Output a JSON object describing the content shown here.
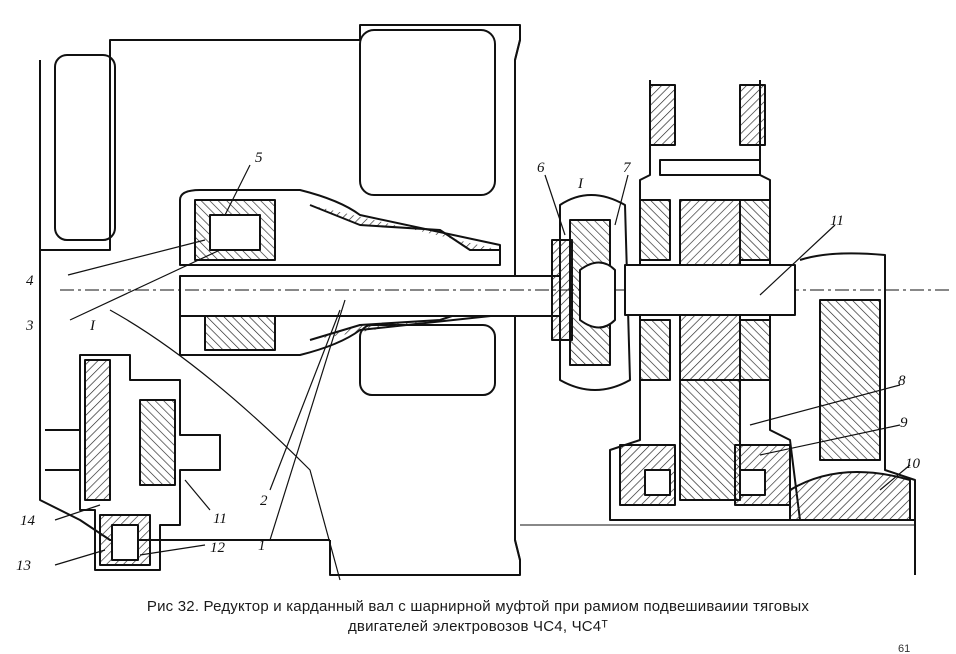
{
  "figure": {
    "caption_line1": "Рис  32. Редуктор и карданный вал с шарнирной муфтой при рамиом подвешиваиии тяговых",
    "caption_line2": "двигателей электровозов ЧС4, ЧС4ᵀ",
    "corner_mark": "61",
    "detail_label": "I",
    "section_label": "I",
    "callouts": {
      "c1": "1",
      "c2": "2",
      "c3": "3",
      "c4": "4",
      "c5": "5",
      "c6": "6",
      "c7": "7",
      "c8": "8",
      "c9": "9",
      "c10": "10",
      "c11": "11",
      "c11b": "11",
      "c12": "12",
      "c13": "13",
      "c14": "14"
    }
  }
}
